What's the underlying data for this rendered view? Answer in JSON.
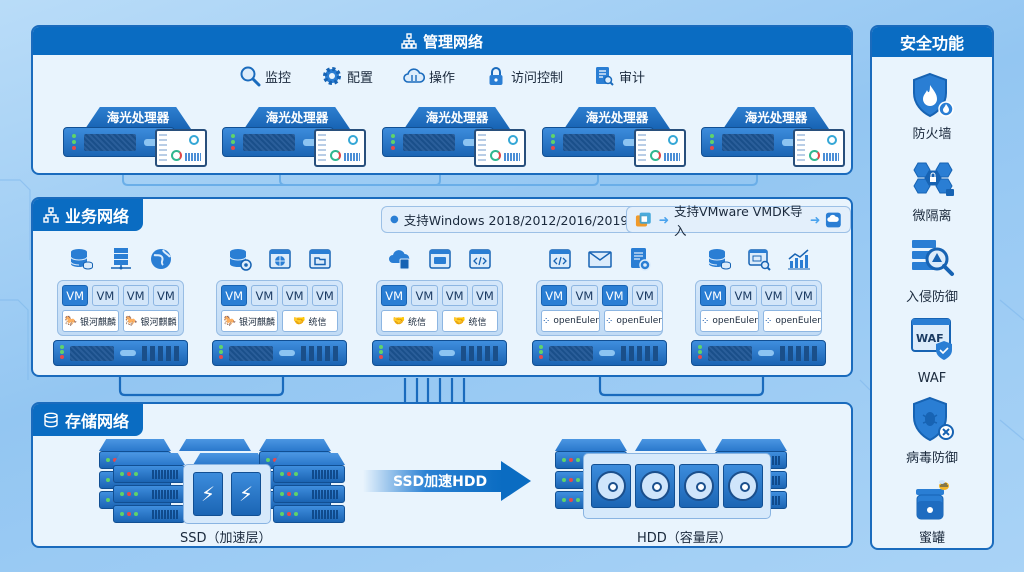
{
  "management": {
    "title": "管理网络",
    "tools": [
      {
        "icon": "magnifier-icon",
        "label": "监控"
      },
      {
        "icon": "gear-icon",
        "label": "配置"
      },
      {
        "icon": "cloud-sync-icon",
        "label": "操作"
      },
      {
        "icon": "padlock-icon",
        "label": "访问控制"
      },
      {
        "icon": "audit-document-icon",
        "label": "审计"
      }
    ],
    "servers": [
      {
        "label": "海光处理器"
      },
      {
        "label": "海光处理器"
      },
      {
        "label": "海光处理器"
      },
      {
        "label": "海光处理器"
      },
      {
        "label": "海光处理器"
      }
    ]
  },
  "business": {
    "title": "业务网络",
    "windows_support": "支持Windows 2018/2012/2016/2019",
    "vmware_support": "支持VMware VMDK导入",
    "vm_label": "VM",
    "hosts": [
      {
        "icons": [
          "database-icon",
          "server-network-icon",
          "globe-sync-icon"
        ],
        "vms_active": [
          true,
          false,
          false,
          false
        ],
        "os": [
          "银河麒麟",
          "银河麒麟"
        ],
        "os_icons": [
          "kylin-icon",
          "kylin-icon"
        ]
      },
      {
        "icons": [
          "database-settings-icon",
          "web-browser-icon",
          "folder-window-icon"
        ],
        "vms_active": [
          true,
          false,
          false,
          false
        ],
        "os": [
          "银河麒麟",
          "统信"
        ],
        "os_icons": [
          "kylin-icon",
          "handshake-icon"
        ]
      },
      {
        "icons": [
          "cloud-app-icon",
          "print-window-icon",
          "code-window-icon"
        ],
        "vms_active": [
          true,
          false,
          false,
          false
        ],
        "os": [
          "统信",
          "统信"
        ],
        "os_icons": [
          "handshake-icon",
          "handshake-icon"
        ]
      },
      {
        "icons": [
          "code-window-icon",
          "mail-icon",
          "document-settings-icon"
        ],
        "vms_active": [
          true,
          false,
          true,
          false
        ],
        "os": [
          "openEuler",
          "openEuler"
        ],
        "os_icons": [
          "openeuler-icon",
          "openeuler-icon"
        ]
      },
      {
        "icons": [
          "database-icon",
          "window-search-icon",
          "bar-chart-icon"
        ],
        "vms_active": [
          true,
          false,
          false,
          false
        ],
        "os": [
          "openEuler",
          "openEuler"
        ],
        "os_icons": [
          "openeuler-icon",
          "openeuler-icon"
        ]
      }
    ]
  },
  "storage": {
    "title": "存储网络",
    "ssd_label": "SSD（加速层）",
    "hdd_label": "HDD（容量层）",
    "accel_label": "SSD加速HDD"
  },
  "security": {
    "title": "安全功能",
    "items": [
      {
        "icon": "firewall-shield-icon",
        "label": "防火墙"
      },
      {
        "icon": "micro-segmentation-icon",
        "label": "微隔离"
      },
      {
        "icon": "intrusion-prevention-icon",
        "label": "入侵防御"
      },
      {
        "icon": "waf-icon",
        "label": "WAF"
      },
      {
        "icon": "antivirus-shield-icon",
        "label": "病毒防御"
      },
      {
        "icon": "honeypot-icon",
        "label": "蜜罐"
      }
    ]
  },
  "colors": {
    "primary": "#0a6cc2",
    "panel_bg": "#e9f4fd",
    "led_green": "#5fd36a",
    "led_red": "#e5484d"
  }
}
